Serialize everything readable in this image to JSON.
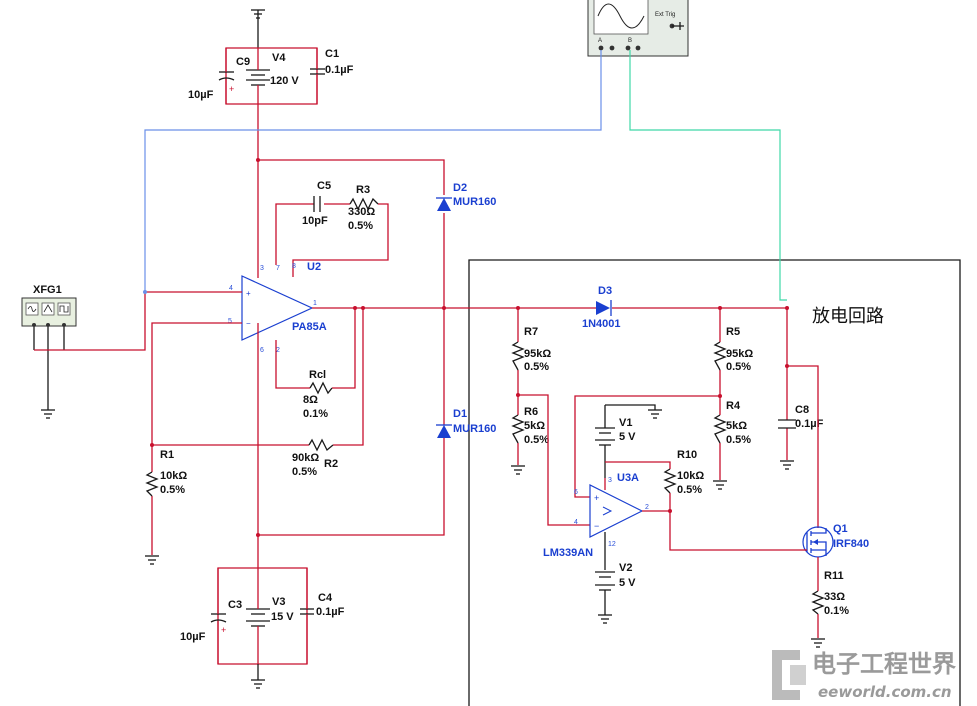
{
  "region_label": "放电回路",
  "instruments": {
    "function_generator": {
      "name": "XFG1"
    },
    "oscilloscope": {
      "ext_trig": "Ext Trig",
      "channel_a": "A",
      "channel_b": "B"
    }
  },
  "components": {
    "V4": {
      "name": "V4",
      "value": "120 V"
    },
    "C9": {
      "name": "C9",
      "value": "10µF"
    },
    "C1": {
      "name": "C1",
      "value": "0.1µF"
    },
    "C5": {
      "name": "C5",
      "value": "10pF"
    },
    "R3": {
      "name": "R3",
      "value": "330Ω",
      "tol": "0.5%"
    },
    "U2": {
      "name": "U2",
      "part": "PA85A"
    },
    "Rcl": {
      "name": "Rcl",
      "value": "8Ω",
      "tol": "0.1%"
    },
    "R2": {
      "name": "R2",
      "value": "90kΩ",
      "tol": "0.5%"
    },
    "R1": {
      "name": "R1",
      "value": "10kΩ",
      "tol": "0.5%"
    },
    "D2": {
      "name": "D2",
      "part": "MUR160"
    },
    "D1": {
      "name": "D1",
      "part": "MUR160"
    },
    "D3": {
      "name": "D3",
      "part": "1N4001"
    },
    "R7": {
      "name": "R7",
      "value": "95kΩ",
      "tol": "0.5%"
    },
    "R6": {
      "name": "R6",
      "value": "5kΩ",
      "tol": "0.5%"
    },
    "R5": {
      "name": "R5",
      "value": "95kΩ",
      "tol": "0.5%"
    },
    "R4": {
      "name": "R4",
      "value": "5kΩ",
      "tol": "0.5%"
    },
    "V1": {
      "name": "V1",
      "value": "5 V"
    },
    "V2": {
      "name": "V2",
      "value": "5 V"
    },
    "U3A": {
      "name": "U3A",
      "part": "LM339AN"
    },
    "R10": {
      "name": "R10",
      "value": "10kΩ",
      "tol": "0.5%"
    },
    "C8": {
      "name": "C8",
      "value": "0.1µF"
    },
    "Q1": {
      "name": "Q1",
      "part": "IRF840"
    },
    "R11": {
      "name": "R11",
      "value": "33Ω",
      "tol": "0.1%"
    },
    "V3": {
      "name": "V3",
      "value": "15 V"
    },
    "C3": {
      "name": "C3",
      "value": "10µF"
    },
    "C4": {
      "name": "C4",
      "value": "0.1µF"
    }
  },
  "pins": {
    "u2": {
      "p4": "4",
      "p5": "5",
      "p3": "3",
      "p7": "7",
      "p8": "8",
      "p6": "6",
      "p2": "2",
      "p1": "1"
    },
    "u3": {
      "p6": "6",
      "p4": "4",
      "p3": "3",
      "p2": "2",
      "p12": "12"
    }
  },
  "watermark": {
    "cn": "电子工程世界",
    "en": "eeworld.com.cn"
  }
}
